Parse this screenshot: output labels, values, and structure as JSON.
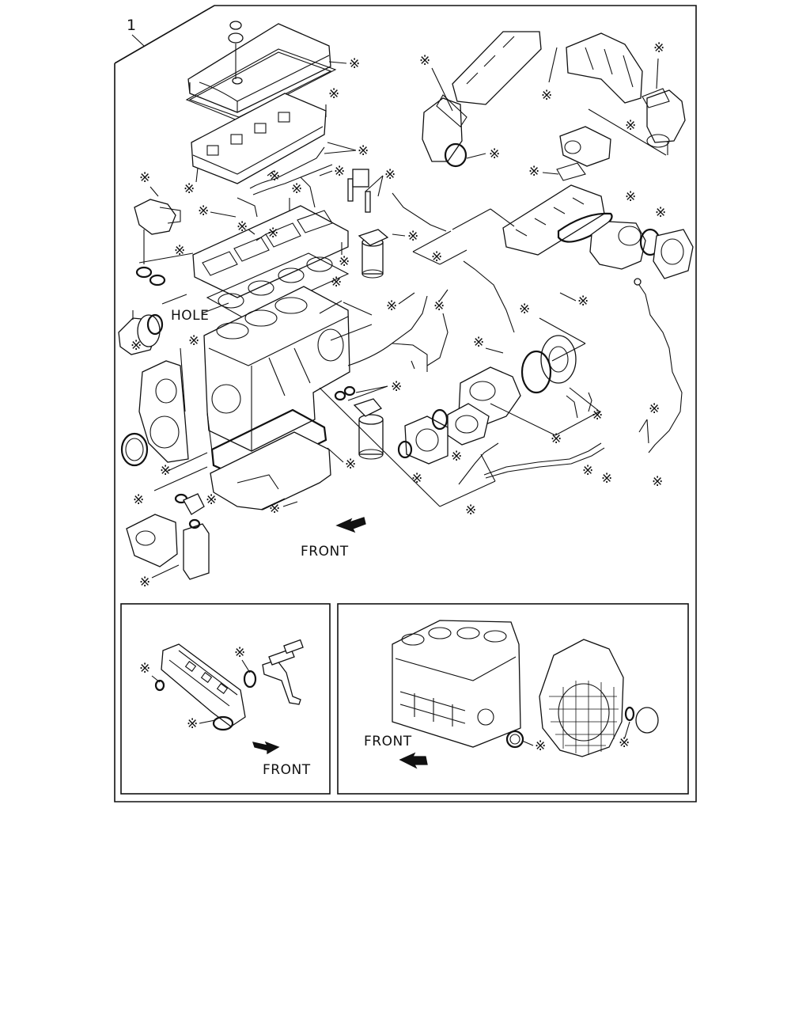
{
  "callout_number": "1",
  "labels": {
    "hole": "HOLE",
    "front_main": "FRONT",
    "front_inset_left": "FRONT",
    "front_inset_right": "FRONT"
  },
  "kit_marker": "※",
  "kit_marker_count": 58
}
